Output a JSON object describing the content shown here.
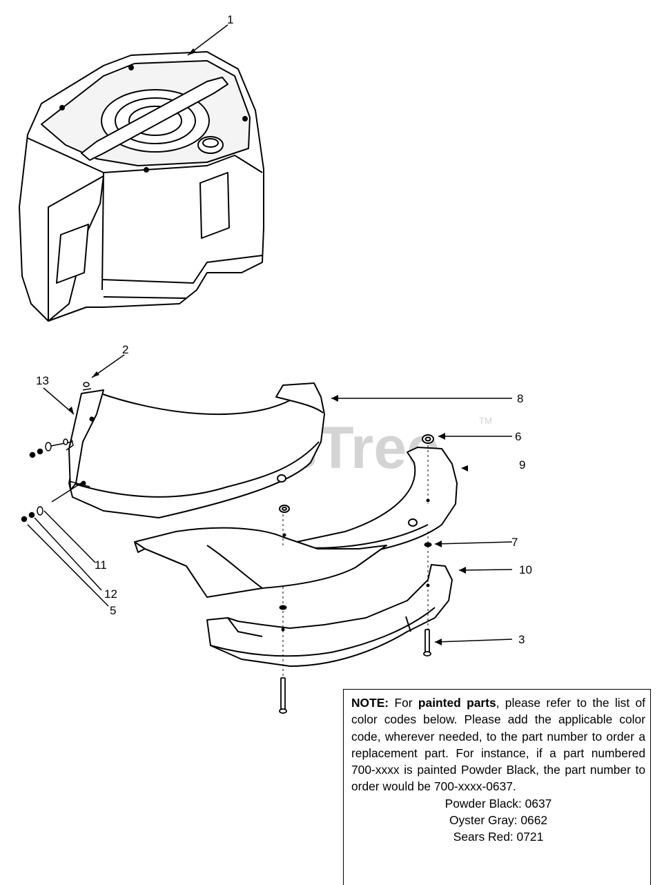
{
  "watermark": {
    "brand": "PartsTree",
    "trademark": "TM"
  },
  "callouts": [
    "1",
    "2",
    "13",
    "8",
    "6",
    "9",
    "7",
    "10",
    "11",
    "12",
    "5",
    "3"
  ],
  "note": {
    "lead": "NOTE:",
    "text1": " For ",
    "bold_phrase": "painted parts",
    "text2": ", please refer to the list of color codes below.  Please add the applicable color code, wherever needed, to the part number to order a replacement part.  For instance, if a part numbered 700-xxxx is painted Powder Black, the part number to order would be 700-xxxx-0637.",
    "color_codes": [
      "Powder Black: 0637",
      "Oyster Gray: 0662",
      "Sears Red: 0721"
    ]
  }
}
